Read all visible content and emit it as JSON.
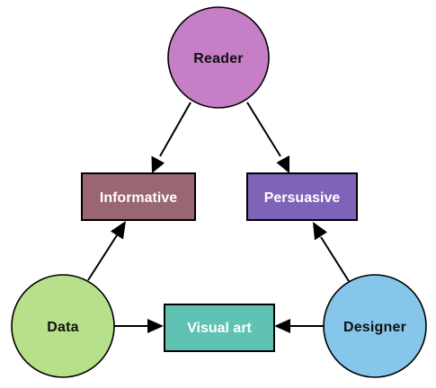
{
  "nodes": {
    "reader": {
      "label": "Reader",
      "color": "#C67FC6"
    },
    "data": {
      "label": "Data",
      "color": "#B7E08A"
    },
    "designer": {
      "label": "Designer",
      "color": "#86C6EA"
    },
    "informative": {
      "label": "Informative",
      "color": "#9A6674"
    },
    "persuasive": {
      "label": "Persuasive",
      "color": "#7F63B8"
    },
    "visual_art": {
      "label": "Visual art",
      "color": "#5FC2B2"
    }
  },
  "edges": [
    {
      "from": "reader",
      "to": "informative"
    },
    {
      "from": "reader",
      "to": "persuasive"
    },
    {
      "from": "data",
      "to": "informative"
    },
    {
      "from": "designer",
      "to": "persuasive"
    },
    {
      "from": "data",
      "to": "visual_art"
    },
    {
      "from": "designer",
      "to": "visual_art"
    }
  ]
}
